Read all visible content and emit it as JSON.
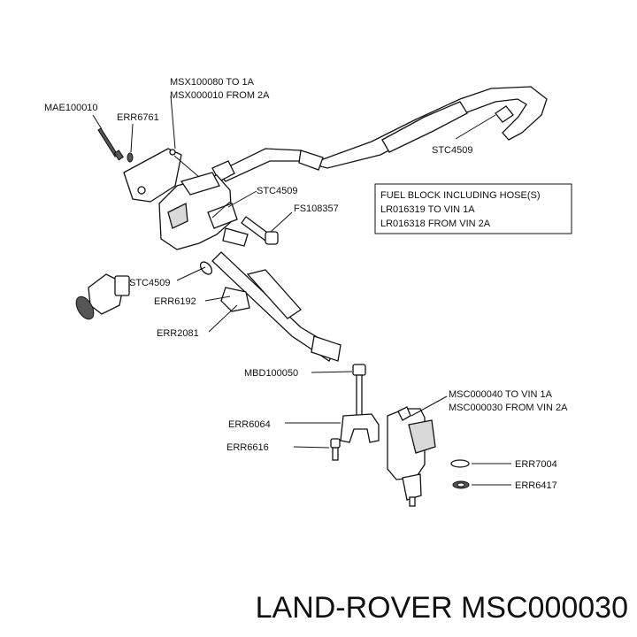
{
  "labels": {
    "mae100010": "MAE100010",
    "err6761": "ERR6761",
    "msx_1a": "MSX100080 TO 1A",
    "msx_2a": "MSX000010 FROM 2A",
    "stc4509_top": "STC4509",
    "stc4509_mid": "STC4509",
    "fs108357": "FS108357",
    "stc4509_left": "STC4509",
    "err6192": "ERR6192",
    "err2081": "ERR2081",
    "mbd100050": "MBD100050",
    "msc_1a": "MSC000040 TO VIN 1A",
    "msc_2a": "MSC000030 FROM VIN 2A",
    "err6064": "ERR6064",
    "err6616": "ERR6616",
    "err7004": "ERR7004",
    "err6417": "ERR6417"
  },
  "fuel_block_box": {
    "line1": "FUEL BLOCK INCLUDING HOSE(S)",
    "line2": "LR016319 TO VIN 1A",
    "line3": "LR016318 FROM VIN 2A"
  },
  "footer_title": "LAND-ROVER MSC000030"
}
